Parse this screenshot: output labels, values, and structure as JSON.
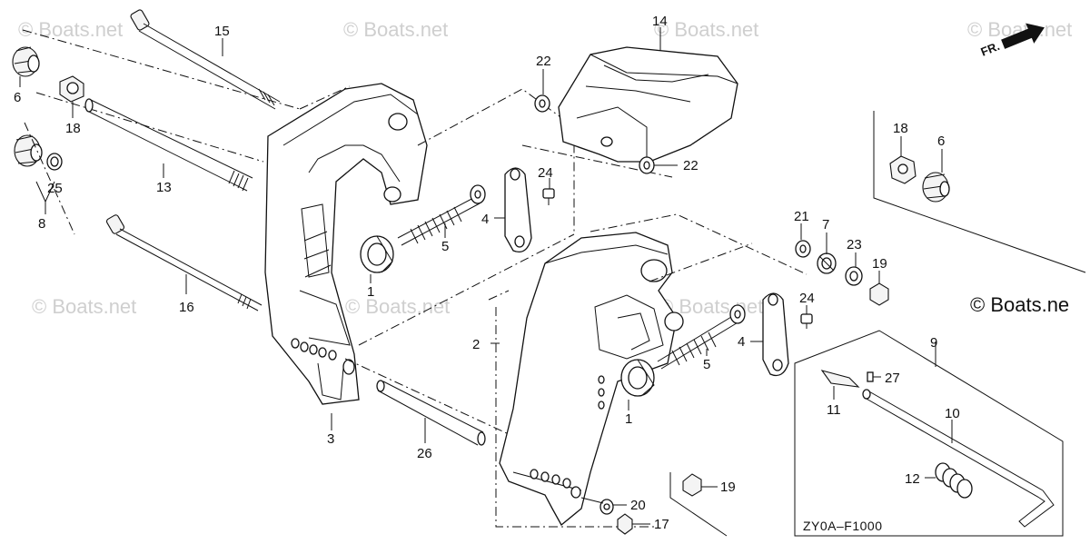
{
  "diagram": {
    "drawing_code": "ZY0A–F1000",
    "direction_label": "FR.",
    "copyright": "© Boats.ne",
    "watermark": "© Boats.net",
    "callouts": [
      {
        "id": "c-6a",
        "label": "6"
      },
      {
        "id": "c-18a",
        "label": "18"
      },
      {
        "id": "c-15",
        "label": "15"
      },
      {
        "id": "c-13",
        "label": "13"
      },
      {
        "id": "c-25",
        "label": "25"
      },
      {
        "id": "c-8",
        "label": "8"
      },
      {
        "id": "c-16",
        "label": "16"
      },
      {
        "id": "c-1a",
        "label": "1"
      },
      {
        "id": "c-5a",
        "label": "5"
      },
      {
        "id": "c-4a",
        "label": "4"
      },
      {
        "id": "c-24a",
        "label": "24"
      },
      {
        "id": "c-22a",
        "label": "22"
      },
      {
        "id": "c-14",
        "label": "14"
      },
      {
        "id": "c-22b",
        "label": "22"
      },
      {
        "id": "c-3",
        "label": "3"
      },
      {
        "id": "c-26",
        "label": "26"
      },
      {
        "id": "c-2",
        "label": "2"
      },
      {
        "id": "c-1b",
        "label": "1"
      },
      {
        "id": "c-5b",
        "label": "5"
      },
      {
        "id": "c-4b",
        "label": "4"
      },
      {
        "id": "c-24b",
        "label": "24"
      },
      {
        "id": "c-21",
        "label": "21"
      },
      {
        "id": "c-7",
        "label": "7"
      },
      {
        "id": "c-23",
        "label": "23"
      },
      {
        "id": "c-19a",
        "label": "19"
      },
      {
        "id": "c-18b",
        "label": "18"
      },
      {
        "id": "c-6b",
        "label": "6"
      },
      {
        "id": "c-9",
        "label": "9"
      },
      {
        "id": "c-27",
        "label": "27"
      },
      {
        "id": "c-11",
        "label": "11"
      },
      {
        "id": "c-10",
        "label": "10"
      },
      {
        "id": "c-12",
        "label": "12"
      },
      {
        "id": "c-19b",
        "label": "19"
      },
      {
        "id": "c-20",
        "label": "20"
      },
      {
        "id": "c-17",
        "label": "17"
      }
    ]
  }
}
